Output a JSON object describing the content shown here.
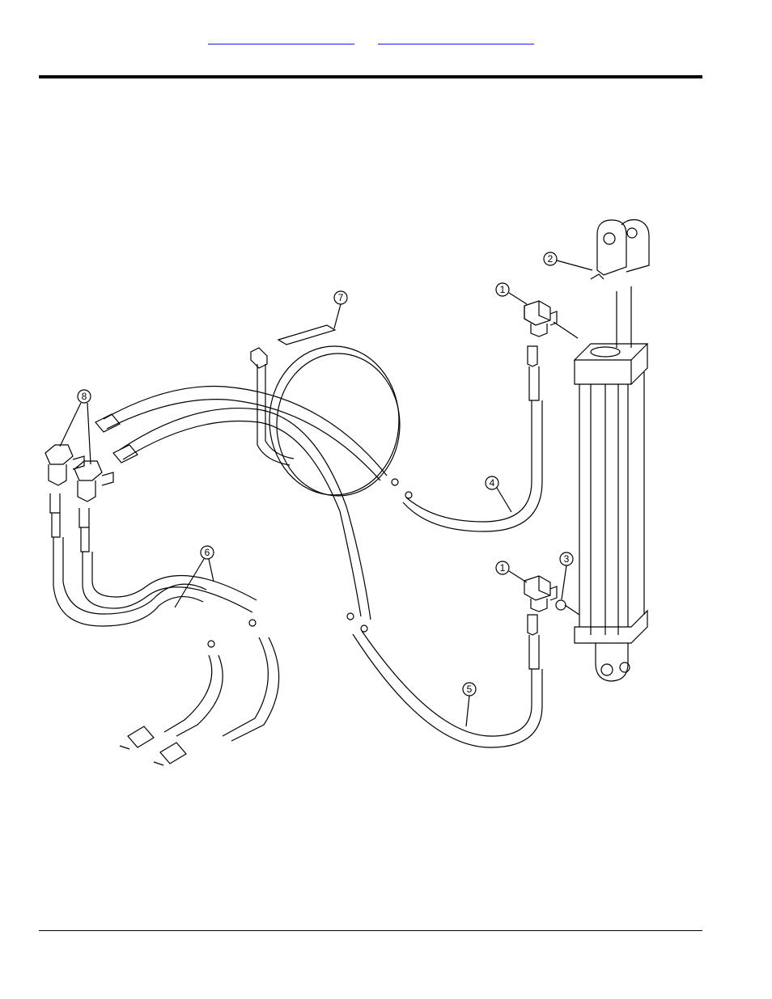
{
  "nav": {
    "links": [
      "",
      ""
    ]
  },
  "figure": {
    "callouts": [
      "1",
      "2",
      "3",
      "4",
      "5",
      "6",
      "7",
      "8",
      "1"
    ]
  },
  "colors": {
    "link": "#1a1aff",
    "rule": "#000000",
    "line": "#000000"
  }
}
